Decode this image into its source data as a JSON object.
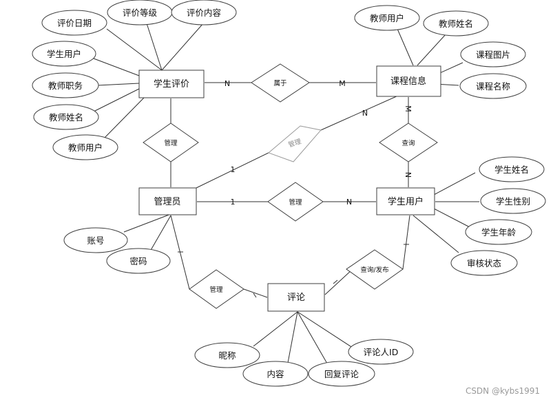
{
  "entities": {
    "student_review": "学生评价",
    "course_info": "课程信息",
    "admin": "管理员",
    "student_user": "学生用户",
    "comment": "评论"
  },
  "relationships": {
    "belongs_to": "属于",
    "manage_review": "管理",
    "manage_course": "管理",
    "manage_student": "管理",
    "query": "查询",
    "query_publish": "查询/发布",
    "manage_comment": "管理"
  },
  "attributes": {
    "review_date": "评价日期",
    "review_level": "评价等级",
    "review_content": "评价内容",
    "review_student_user": "学生用户",
    "teacher_title": "教师职务",
    "review_teacher_name": "教师姓名",
    "review_teacher_user": "教师用户",
    "course_teacher_user": "教师用户",
    "course_teacher_name": "教师姓名",
    "course_image": "课程图片",
    "course_name": "课程名称",
    "account": "账号",
    "password": "密码",
    "student_name": "学生姓名",
    "student_gender": "学生性别",
    "student_age": "学生年龄",
    "audit_status": "审核状态",
    "nickname": "昵称",
    "content": "内容",
    "reply_comment": "回复评论",
    "commenter_id": "评论人ID"
  },
  "cardinalities": {
    "review_belongs_n": "N",
    "belongs_course_m": "M",
    "admin_course_1": "1",
    "admin_course_n": "N",
    "course_query_m": "M",
    "query_student_n": "N",
    "admin_student_1": "1",
    "admin_student_n": "N"
  },
  "watermark": "CSDN @kybs1991"
}
